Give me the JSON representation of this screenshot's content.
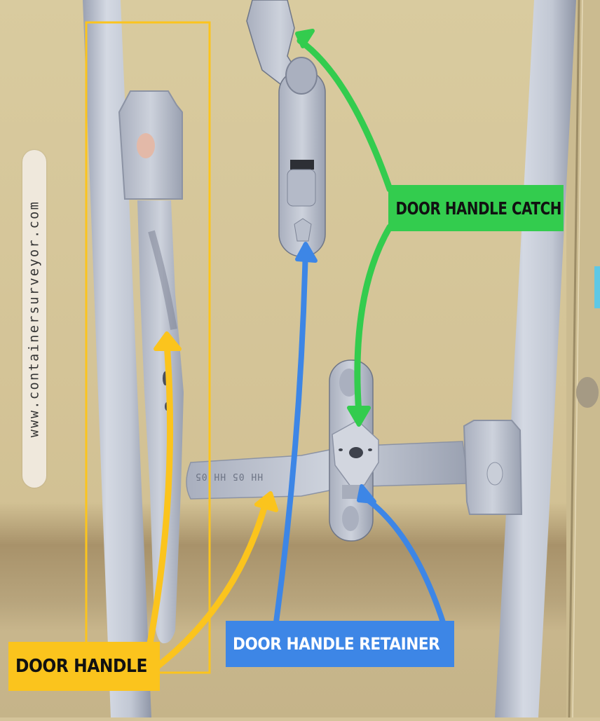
{
  "image": {
    "description": "Annotated photo of shipping container door locking hardware",
    "background_color": "#d4c49a"
  },
  "watermark": {
    "text": "www.containersurveyor.com"
  },
  "labels": {
    "door_handle_catch": {
      "text": "DOOR HANDLE CATCH",
      "bg_color": "#33cc4e",
      "text_color": "#111111"
    },
    "door_handle_retainer": {
      "text": "DOOR HANDLE RETAINER",
      "bg_color": "#3d86e6",
      "text_color": "#ffffff"
    },
    "door_handle": {
      "text": "DOOR HANDLE",
      "bg_color": "#fbc41d",
      "text_color": "#111111"
    }
  },
  "stamped_text": {
    "handle_marking": "HH 05    HH 05"
  },
  "colors": {
    "metal": "#c5cbd6",
    "metal_shadow": "#8d94a6",
    "arrow_green": "#33cc4e",
    "arrow_blue": "#3d86e6",
    "arrow_yellow": "#fbc41d"
  }
}
